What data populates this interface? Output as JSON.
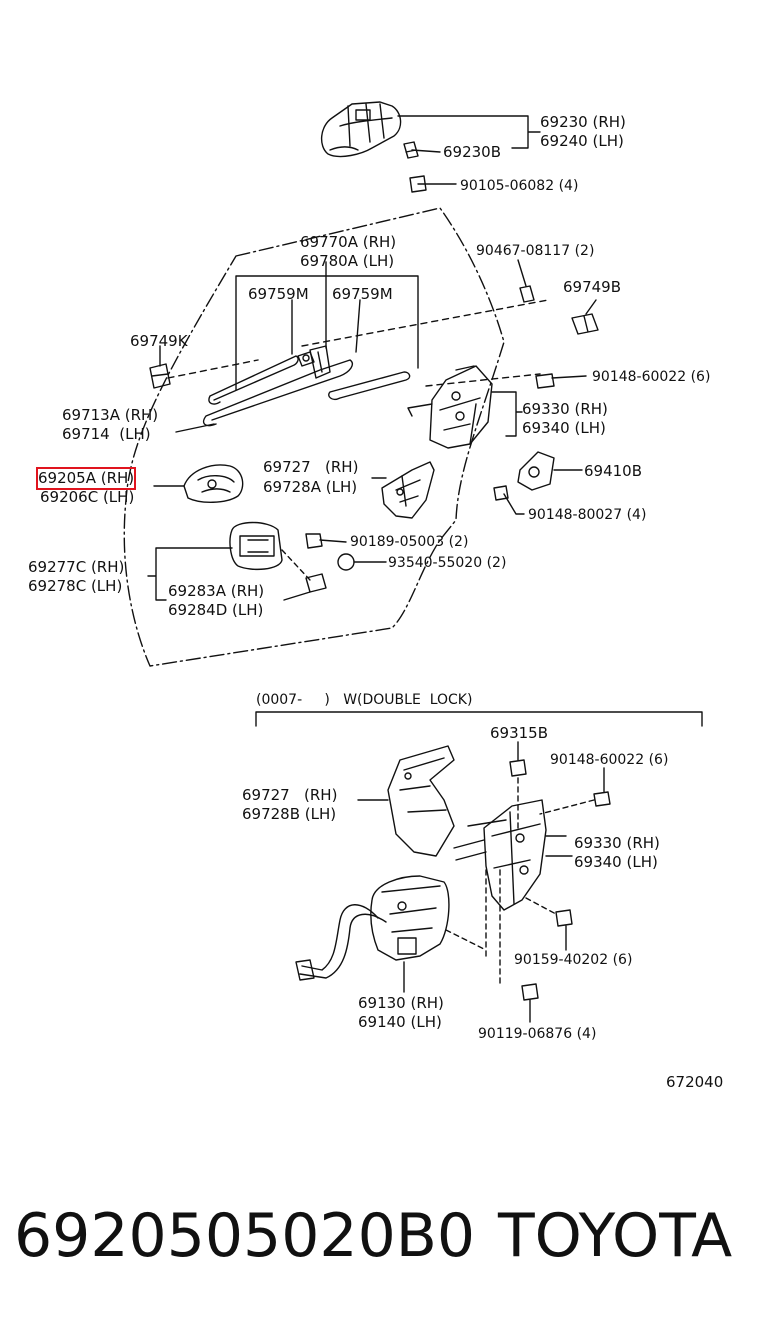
{
  "labels": {
    "l69230": "69230 (RH)",
    "l69240": "69240 (LH)",
    "l69230B": "69230B",
    "l90105": "90105-06082 (4)",
    "l69770A": "69770A (RH)",
    "l69780A": "69780A (LH)",
    "l90467": "90467-08117 (2)",
    "l69759M_a": "69759M",
    "l69759M_b": "69759M",
    "l69749B": "69749B",
    "l69749K": "69749K",
    "l90148_60022_top": "90148-60022 (6)",
    "l69713A": "69713A (RH)",
    "l69714": "69714  (LH)",
    "l69330_top": "69330 (RH)",
    "l69340_top": "69340 (LH)",
    "l69727_top": "69727   (RH)",
    "l69728A": "69728A (LH)",
    "l69205A": "69205A (RH)",
    "l69206C": "69206C (LH)",
    "l69410B": "69410B",
    "l90148_80027": "90148-80027 (4)",
    "l90189": "90189-05003 (2)",
    "l93540": "93540-55020 (2)",
    "l69277C": "69277C (RH)",
    "l69278C": "69278C (LH)",
    "l69283A": "69283A (RH)",
    "l69284D": "69284D (LH)",
    "lvariant": "(0007-     )   W(DOUBLE  LOCK)",
    "l69315B": "69315B",
    "l90148_60022_bot": "90148-60022 (6)",
    "l69727_bot": "69727   (RH)",
    "l69728B": "69728B (LH)",
    "l69330_bot": "69330 (RH)",
    "l69340_bot": "69340 (LH)",
    "l90159": "90159-40202 (6)",
    "l69130": "69130 (RH)",
    "l69140": "69140 (LH)",
    "l90119": "90119-06876 (4)",
    "l672040": "672040"
  },
  "footer": {
    "part_number": "6920505020B0",
    "brand": "TOYOTA"
  },
  "colors": {
    "ink": "#111111",
    "highlight": "#e0141e"
  }
}
